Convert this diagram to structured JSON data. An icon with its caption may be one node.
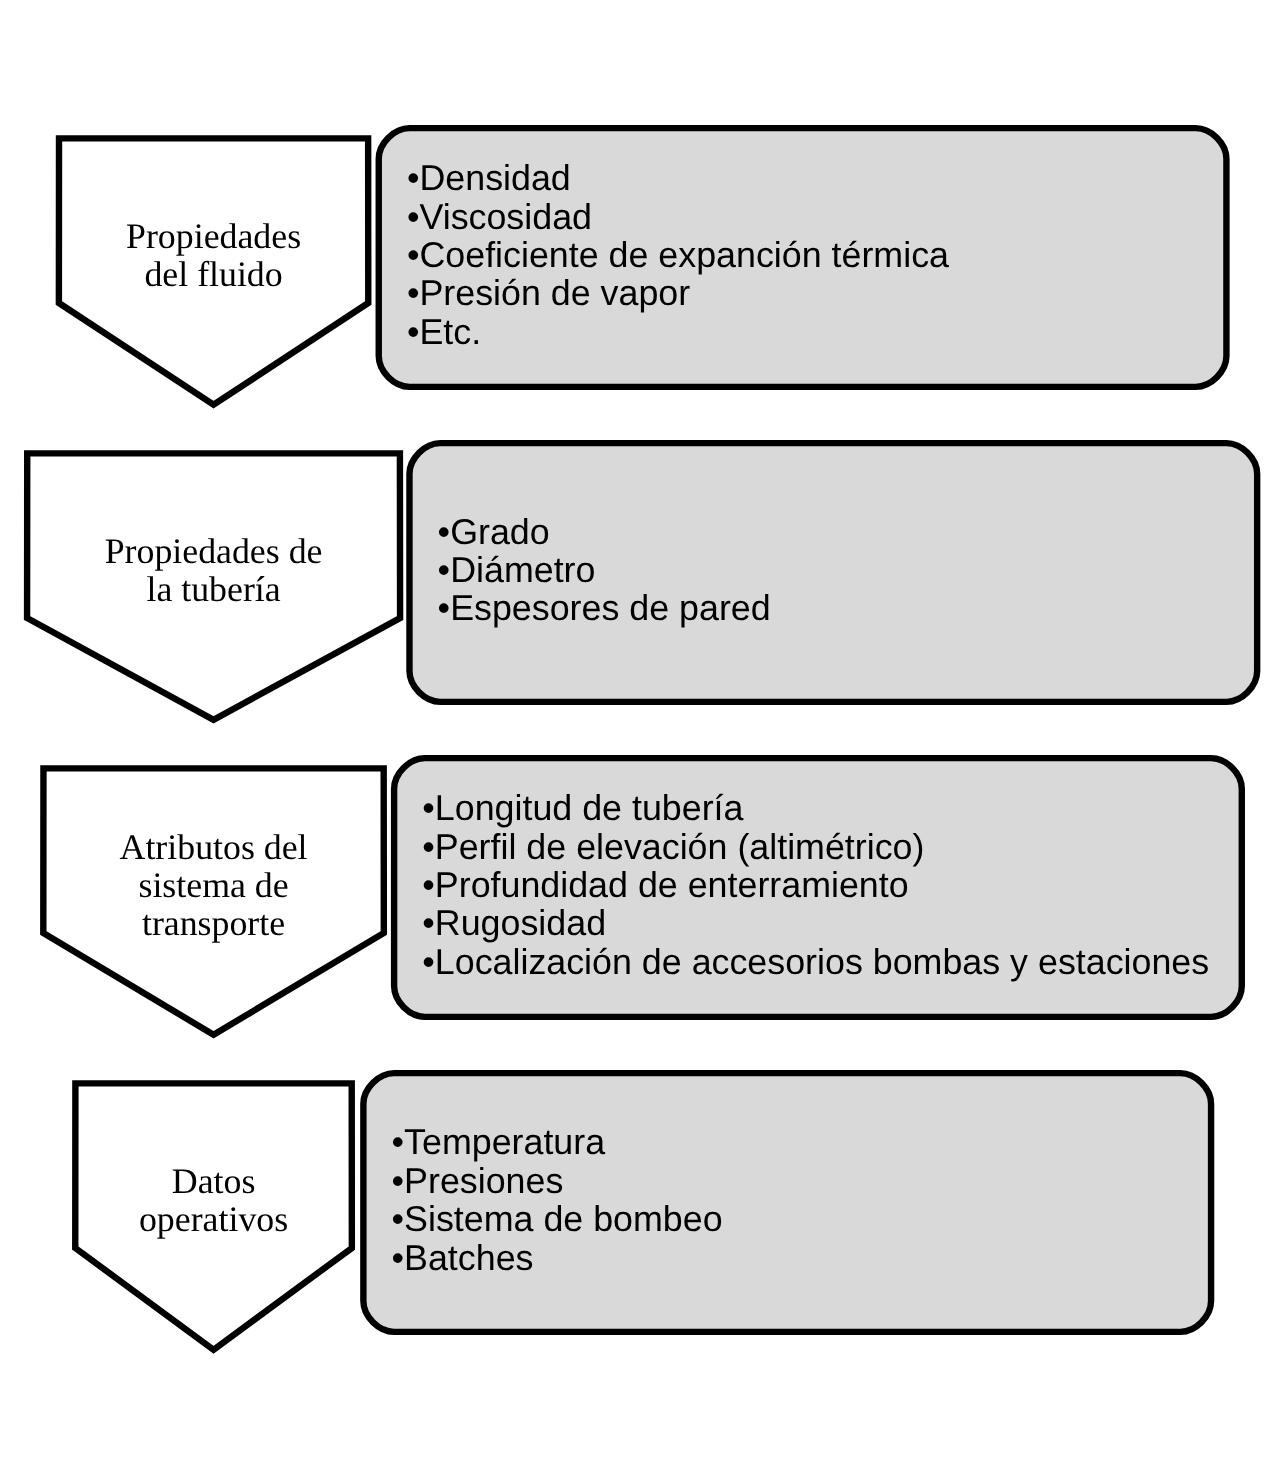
{
  "diagram": {
    "nodes": [
      {
        "text": [
          "Propiedades del fluido"
        ]
      },
      {
        "text": [
          "•Densidad",
          "•Viscosidad",
          "•Coeficiente de expanción térmica",
          "•Presión de vapor",
          "•Etc."
        ]
      },
      {
        "text": [
          "Propiedades de la tubería"
        ]
      },
      {
        "text": [
          "•Grado",
          "•Diámetro",
          "•Espesores de pared"
        ]
      },
      {
        "text": [
          "Atributos del sistema de transporte"
        ]
      },
      {
        "text": [
          "•Longitud de tubería",
          "•Perfil de elevación (altimétrico)",
          "•Profundidad de enterramiento",
          "•Rugosidad",
          "•Localización de accesorios bombas y estaciones"
        ]
      },
      {
        "text": [
          "Datos operativos"
        ]
      },
      {
        "text": [
          "•Temperatura",
          "•Presiones",
          "•Sistema de bombeo",
          "•Batches"
        ]
      }
    ]
  }
}
